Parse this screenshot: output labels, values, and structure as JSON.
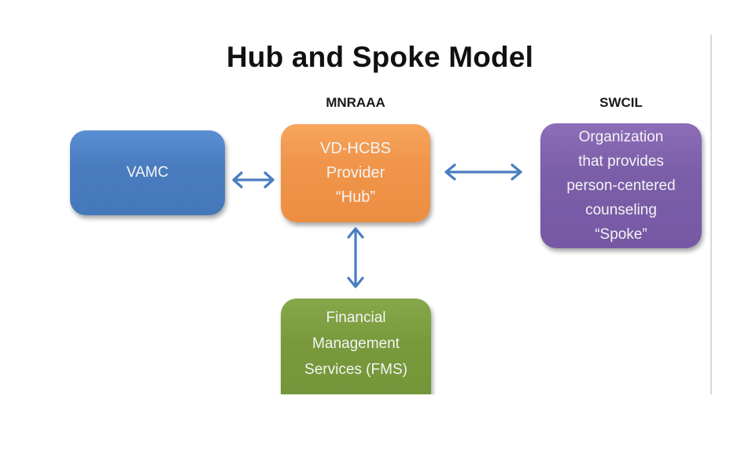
{
  "title": "Hub and Spoke Model",
  "labels": {
    "hub_org": "MNRAAA",
    "spoke_org": "SWCIL"
  },
  "nodes": {
    "vamc": {
      "text": "VAMC",
      "color": "#4a7dc0"
    },
    "hub": {
      "text": "VD-HCBS\nProvider\n“Hub”",
      "color": "#f0954a"
    },
    "spoke": {
      "text": "Organization\nthat provides\nperson-centered\ncounseling\n“Spoke”",
      "color": "#7b5ea8"
    },
    "fms": {
      "text": "Financial\nManagement\nServices (FMS)",
      "color": "#789a3c"
    }
  },
  "connectors": [
    {
      "from": "vamc",
      "to": "hub",
      "type": "bidirectional"
    },
    {
      "from": "hub",
      "to": "spoke",
      "type": "bidirectional"
    },
    {
      "from": "hub",
      "to": "fms",
      "type": "bidirectional"
    }
  ],
  "arrow_color": "#4a7dc0"
}
